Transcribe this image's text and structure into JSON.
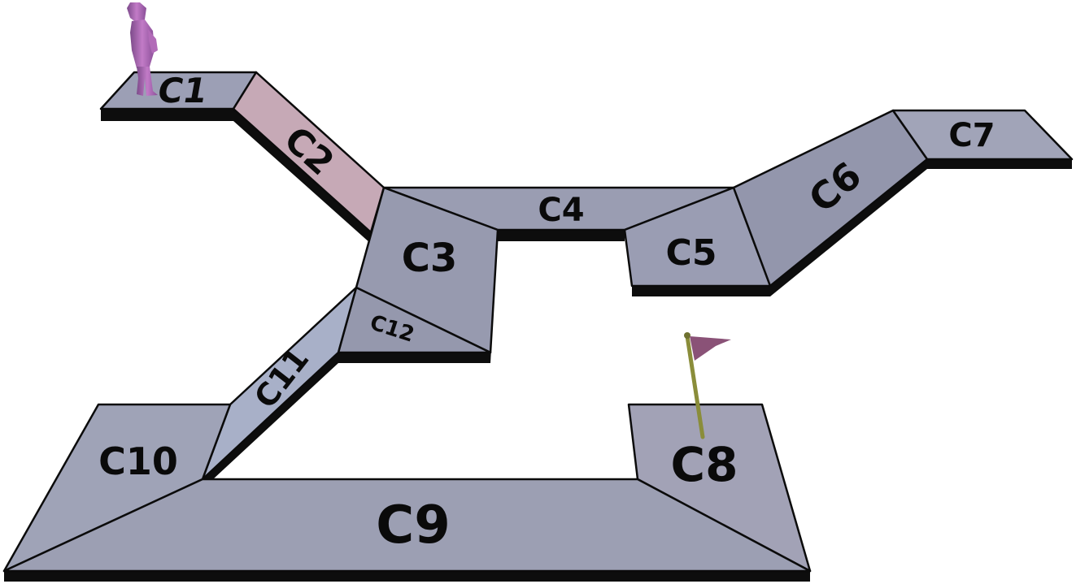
{
  "scene": {
    "background": "#ffffff",
    "tile_color": "#9c9fb5",
    "tile_side_color": "#0d0d0d",
    "start_cell": "C1",
    "goal_cell": "C8"
  },
  "cells": [
    {
      "id": "C1",
      "label": "C1",
      "fill": "#9c9fb5"
    },
    {
      "id": "C2",
      "label": "C2",
      "fill": "#c6a9b6"
    },
    {
      "id": "C3",
      "label": "C3",
      "fill": "#979aaf"
    },
    {
      "id": "C4",
      "label": "C4",
      "fill": "#9a9db2"
    },
    {
      "id": "C5",
      "label": "C5",
      "fill": "#9a9db3"
    },
    {
      "id": "C6",
      "label": "C6",
      "fill": "#9396ac"
    },
    {
      "id": "C7",
      "label": "C7",
      "fill": "#a1a4b8"
    },
    {
      "id": "C8",
      "label": "C8",
      "fill": "#a2a2b6"
    },
    {
      "id": "C9",
      "label": "C9",
      "fill": "#9c9fb3"
    },
    {
      "id": "C10",
      "label": "C10",
      "fill": "#9fa3b7"
    },
    {
      "id": "C11",
      "label": "C11",
      "fill": "#a8b0c8"
    },
    {
      "id": "C12",
      "label": "C12",
      "fill": "#9598ad"
    }
  ],
  "player": {
    "name": "player-figure",
    "color": "#a85fa8",
    "cell": "C1"
  },
  "goal_flag": {
    "cell": "C8",
    "pole_color": "#8a8d3a",
    "flag_color": "#8a5277"
  }
}
